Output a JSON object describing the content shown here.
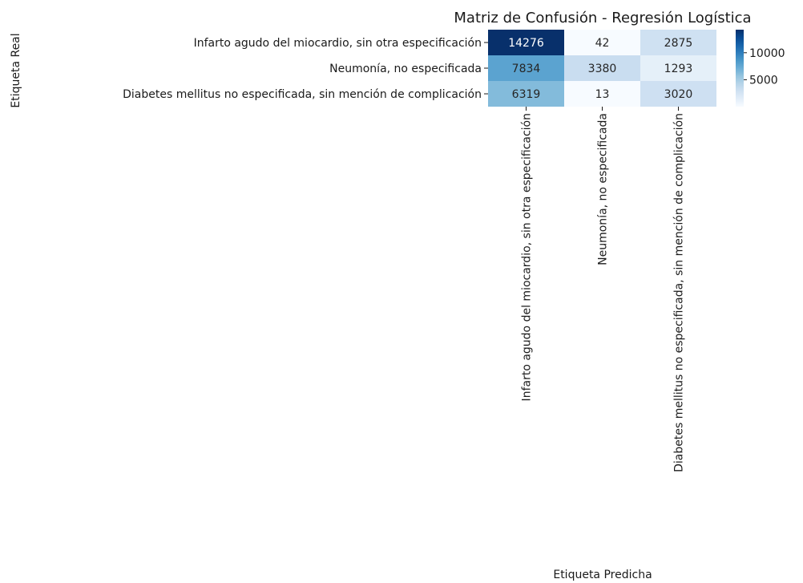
{
  "chart_data": {
    "type": "heatmap",
    "title": "Matriz de Confusión - Regresión Logística",
    "xlabel": "Etiqueta Predicha",
    "ylabel": "Etiqueta Real",
    "row_labels": [
      "Infarto agudo del miocardio, sin otra especificación",
      "Neumonía, no especificada",
      "Diabetes mellitus no especificada, sin mención de complicación"
    ],
    "col_labels": [
      "Infarto agudo del miocardio, sin otra especificación",
      "Neumonía, no especificada",
      "Diabetes mellitus no especificada, sin mención de complicación"
    ],
    "values": [
      [
        14276,
        42,
        2875
      ],
      [
        7834,
        3380,
        1293
      ],
      [
        6319,
        13,
        3020
      ]
    ],
    "colormap": "Blues",
    "colorbar": {
      "range": [
        13,
        14276
      ],
      "ticks": [
        5000,
        10000
      ],
      "tick_labels": [
        "5000",
        "10000"
      ]
    }
  }
}
